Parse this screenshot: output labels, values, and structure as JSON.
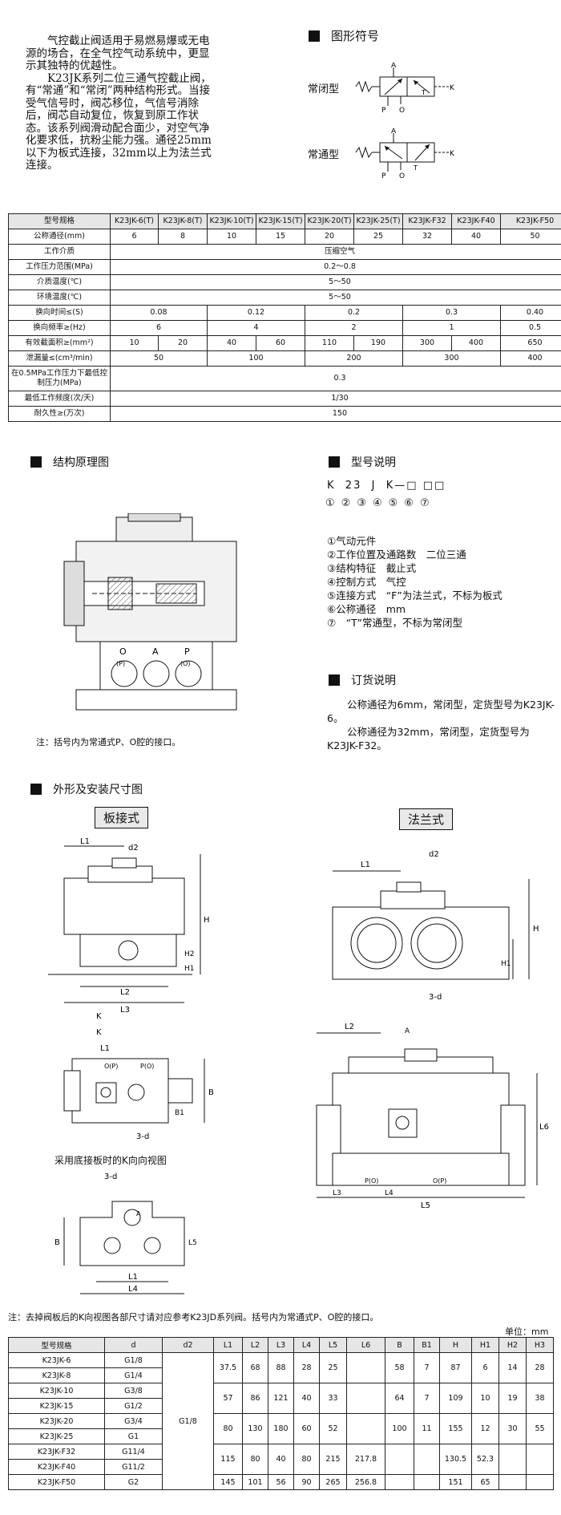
{
  "intro": {
    "p1": "气控截止阀适用于易燃易爆或无电源的场合，在全气控气动系统中，更显示其独特的优越性。",
    "p2": "K23JK系列二位三通气控截止阀，有“常通”和“常闭”两种结构形式。当接受气信号时，阀芯移位，气信号消除后，阀芯自动复位，恢复到原工作状态。该系列阀滑动配合面少，对空气净化要求低，抗粉尘能力强。通径25mm以下为板式连接，32mm以上为法兰式连接。"
  },
  "symbol_section": {
    "title": "图形符号",
    "closed_label": "常闭型",
    "open_label": "常通型",
    "port_A": "A",
    "port_P": "P",
    "port_O": "O",
    "port_T": "T",
    "port_K": "K"
  },
  "spec_table": {
    "header": [
      "型号规格",
      "K23JK-6(T)",
      "K23JK-8(T)",
      "K23JK-10(T)",
      "K23JK-15(T)",
      "K23JK-20(T)",
      "K23JK-25(T)",
      "K23JK-F32",
      "K23JK-F40",
      "K23JK-F50"
    ],
    "bore": {
      "label": "公称通径(mm)",
      "values": [
        "6",
        "8",
        "10",
        "15",
        "20",
        "25",
        "32",
        "40",
        "50"
      ]
    },
    "medium": {
      "label": "工作介质",
      "value": "压缩空气"
    },
    "pressure": {
      "label": "工作压力范围(MPa)",
      "value": "0.2～0.8"
    },
    "medium_temp": {
      "label": "介质温度(℃)",
      "value": "5～50"
    },
    "ambient_temp": {
      "label": "环境温度(℃)",
      "value": "5～50"
    },
    "switch_time": {
      "label": "换向时间≤(S)",
      "values": [
        "0.08",
        "0.12",
        "0.2",
        "0.3",
        "0.40"
      ]
    },
    "switch_freq": {
      "label": "换向频率≥(Hz)",
      "values": [
        "6",
        "4",
        "2",
        "1",
        "0.5"
      ]
    },
    "eff_area": {
      "label": "有效截面积≥(mm²)",
      "values": [
        "10",
        "20",
        "40",
        "60",
        "110",
        "190",
        "300",
        "400",
        "650"
      ]
    },
    "leakage": {
      "label": "泄漏量≤(cm³/min)",
      "values": [
        "50",
        "100",
        "200",
        "300",
        "400"
      ]
    },
    "min_ctrl": {
      "label": "在0.5MPa工作压力下最低控制压力(MPa)",
      "value": "0.3"
    },
    "min_freq": {
      "label": "最低工作频度(次/天)",
      "value": "1/30"
    },
    "durability": {
      "label": "耐久性≥(万次)",
      "value": "150"
    }
  },
  "structure": {
    "title": "结构原理图",
    "ports": [
      "O",
      "A",
      "P"
    ],
    "ports_alt": [
      "(P)",
      "(O)"
    ],
    "note": "注：括号内为常通式P、O腔的接口。"
  },
  "model_desc": {
    "title": "型号说明",
    "code": [
      "K",
      "23",
      "J",
      "K",
      "—",
      "□",
      "□",
      "□"
    ],
    "circles": [
      "①",
      "②",
      "③",
      "④",
      "⑤",
      "⑥",
      "⑦"
    ],
    "items": [
      "①气动元件",
      "②工作位置及通路数　二位三通",
      "③结构特征　截止式",
      "④控制方式　气控",
      "⑤连接方式　“F”为法兰式，不标为板式",
      "⑥公称通径　mm",
      "⑦　“T”常通型，不标为常闭型"
    ]
  },
  "order": {
    "title": "订货说明",
    "p1": "公称通径为6mm，常闭型，定货型号为K23JK-6。",
    "p2": "公称通径为32mm，常闭型，定货型号为K23JK-F32。"
  },
  "dims": {
    "title": "外形及安装尺寸图",
    "plate_label": "板接式",
    "flange_label": "法兰式",
    "bottom_view_label": "采用底接板时的K向向视图",
    "labels": {
      "L1": "L1",
      "L2": "L2",
      "L3": "L3",
      "L4": "L4",
      "L5": "L5",
      "L6": "L6",
      "H": "H",
      "H1": "H1",
      "H2": "H2",
      "H3": "H3",
      "B": "B",
      "B1": "B1",
      "d2": "d2",
      "d3": "3-d",
      "K": "K",
      "A": "A",
      "P": "P",
      "O": "O",
      "OP": "O(P)",
      "PO": "P(O)"
    },
    "note": "注：去掉阀板后的K向视图各部尺寸请对应参考K23JD系列阀。括号内为常通式P、O腔的接口。",
    "unit": "单位：mm"
  },
  "dim_table": {
    "header": [
      "型号规格",
      "d",
      "d2",
      "L1",
      "L2",
      "L3",
      "L4",
      "L5",
      "L6",
      "B",
      "B1",
      "H",
      "H1",
      "H2",
      "H3"
    ],
    "d2_value": "G1/8",
    "rows": [
      {
        "model": "K23JK-6",
        "d": "G1/8"
      },
      {
        "model": "K23JK-8",
        "d": "G1/4"
      },
      {
        "model": "K23JK-10",
        "d": "G3/8"
      },
      {
        "model": "K23JK-15",
        "d": "G1/2"
      },
      {
        "model": "K23JK-20",
        "d": "G3/4"
      },
      {
        "model": "K23JK-25",
        "d": "G1"
      },
      {
        "model": "K23JK-F32",
        "d": "G11/4"
      },
      {
        "model": "K23JK-F40",
        "d": "G11/2"
      },
      {
        "model": "K23JK-F50",
        "d": "G2"
      }
    ],
    "groups": [
      {
        "L1": "37.5",
        "L2": "68",
        "L3": "88",
        "L4": "28",
        "L5": "25",
        "L6": "",
        "B": "58",
        "B1": "7",
        "H": "87",
        "H1": "6",
        "H2": "14",
        "H3": "28"
      },
      {
        "L1": "57",
        "L2": "86",
        "L3": "121",
        "L4": "40",
        "L5": "33",
        "L6": "",
        "B": "64",
        "B1": "7",
        "H": "109",
        "H1": "10",
        "H2": "19",
        "H3": "38"
      },
      {
        "L1": "80",
        "L2": "130",
        "L3": "180",
        "L4": "60",
        "L5": "52",
        "L6": "",
        "B": "100",
        "B1": "11",
        "H": "155",
        "H1": "12",
        "H2": "30",
        "H3": "55"
      },
      {
        "L1": "115",
        "L2": "80",
        "L3": "40",
        "L4": "80",
        "L5": "215",
        "L6": "217.8",
        "B": "",
        "B1": "",
        "H": "130.5",
        "H1": "52.3",
        "H2": "",
        "H3": ""
      },
      {
        "L1": "145",
        "L2": "101",
        "L3": "56",
        "L4": "90",
        "L5": "265",
        "L6": "256.8",
        "B": "",
        "B1": "",
        "H": "151",
        "H1": "65",
        "H2": "",
        "H3": ""
      }
    ]
  }
}
